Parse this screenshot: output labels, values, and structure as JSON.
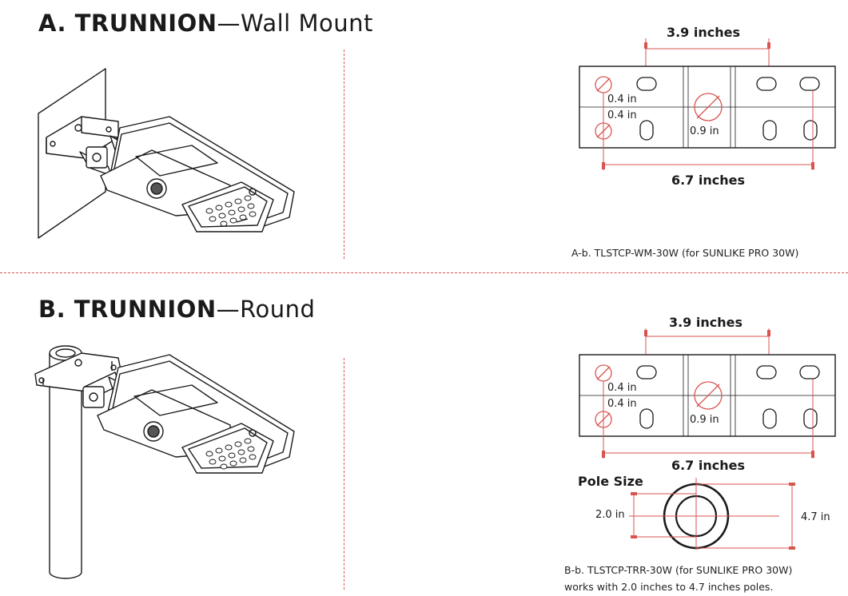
{
  "section_a": {
    "label": "A. TRUNNION",
    "separator": "—",
    "subtitle": "Wall Mount",
    "dimension_top": "3.9 inches",
    "dimension_bottom": "6.7 inches",
    "hole_small_1": "0.4 in",
    "hole_small_2": "0.4 in",
    "hole_center": "0.9 in",
    "caption": "A-b. TLSTCP-WM-30W (for SUNLIKE PRO 30W)"
  },
  "section_b": {
    "label": "B. TRUNNION",
    "separator": "—",
    "subtitle": "Round",
    "dimension_top": "3.9 inches",
    "dimension_bottom": "6.7 inches",
    "hole_small_1": "0.4 in",
    "hole_small_2": "0.4 in",
    "hole_center": "0.9 in",
    "pole_title": "Pole Size",
    "pole_min": "2.0 in",
    "pole_max": "4.7 in",
    "caption_line1": "B-b. TLSTCP-TRR-30W (for SUNLIKE PRO 30W)",
    "caption_line2": "works with 2.0 inches to 4.7 inches poles."
  },
  "colors": {
    "accent_red": "#d9534f",
    "line_dark": "#1a1a1a"
  }
}
